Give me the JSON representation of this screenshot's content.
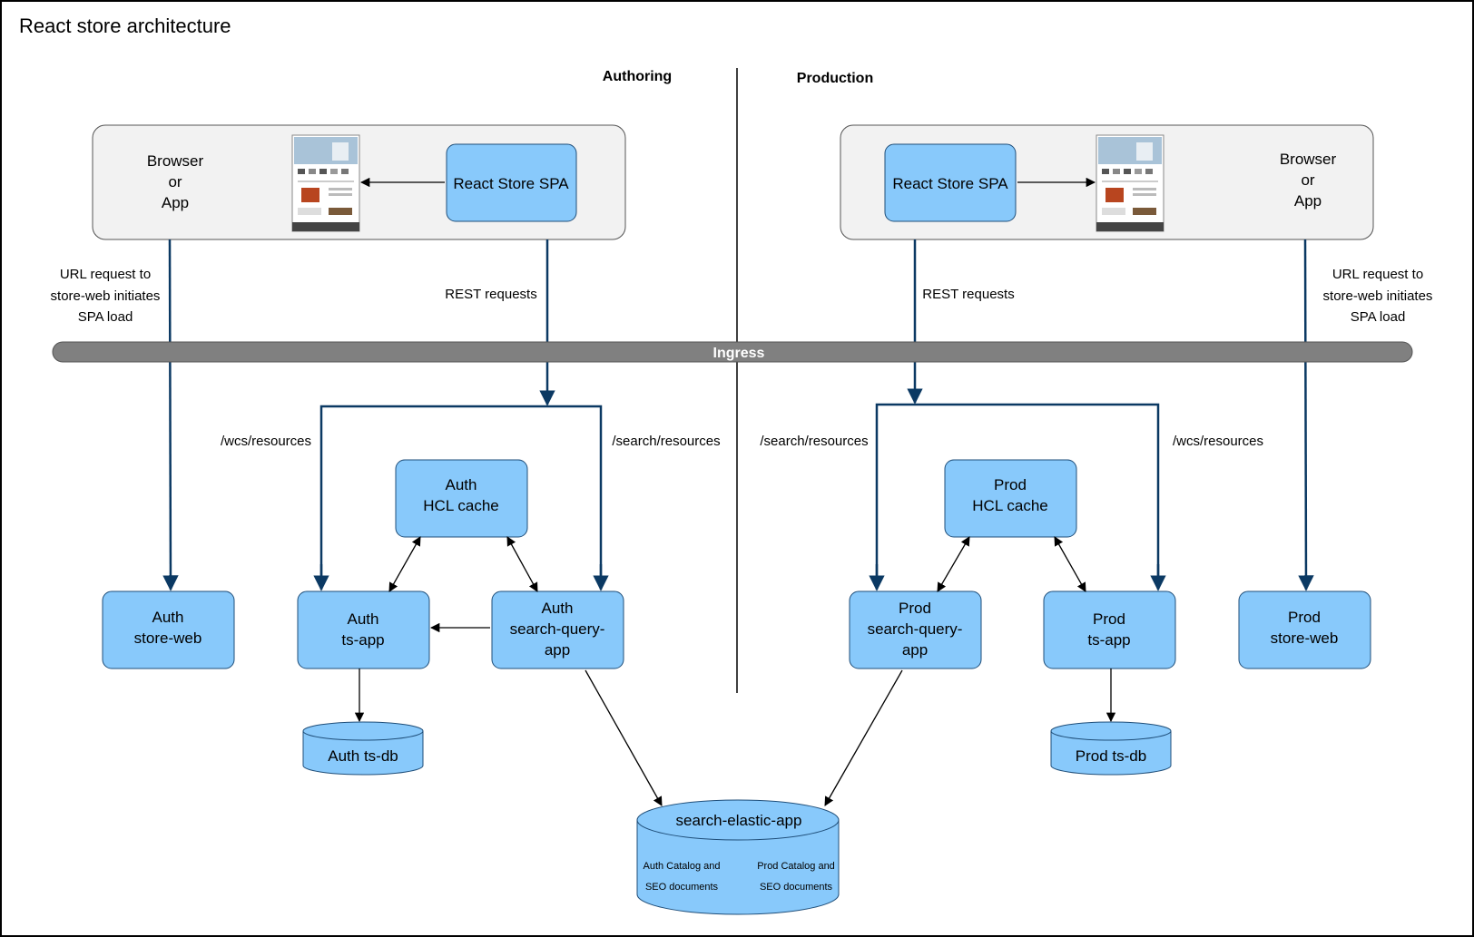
{
  "title": "React store architecture",
  "sections": {
    "authoring": "Authoring",
    "production": "Production"
  },
  "ingress": {
    "label": "Ingress"
  },
  "authoring": {
    "browser": {
      "line1": "Browser",
      "line2": "or",
      "line3": "App"
    },
    "spa": "React Store SPA",
    "url_request": {
      "line1": "URL request to",
      "line2": "store-web initiates",
      "line3": "SPA load"
    },
    "rest": "REST requests",
    "route_wcs": "/wcs/resources",
    "route_search": "/search/resources",
    "cache": {
      "line1": "Auth",
      "line2": "HCL cache"
    },
    "store_web": {
      "line1": "Auth",
      "line2": "store-web"
    },
    "ts_app": {
      "line1": "Auth",
      "line2": "ts-app"
    },
    "search_query": {
      "line1": "Auth",
      "line2": "search-query-",
      "line3": "app"
    },
    "ts_db": "Auth ts-db"
  },
  "production": {
    "browser": {
      "line1": "Browser",
      "line2": "or",
      "line3": "App"
    },
    "spa": "React Store SPA",
    "url_request": {
      "line1": "URL request to",
      "line2": "store-web initiates",
      "line3": "SPA load"
    },
    "rest": "REST requests",
    "route_wcs": "/wcs/resources",
    "route_search": "/search/resources",
    "cache": {
      "line1": "Prod",
      "line2": "HCL cache"
    },
    "store_web": {
      "line1": "Prod",
      "line2": "store-web"
    },
    "ts_app": {
      "line1": "Prod",
      "line2": "ts-app"
    },
    "search_query": {
      "line1": "Prod",
      "line2": "search-query-",
      "line3": "app"
    },
    "ts_db": "Prod ts-db"
  },
  "elastic": {
    "name": "search-elastic-app",
    "auth_docs": {
      "line1": "Auth Catalog and",
      "line2": "SEO documents"
    },
    "prod_docs": {
      "line1": "Prod Catalog and",
      "line2": "SEO documents"
    }
  },
  "colors": {
    "node_fill": "#88c9fb",
    "node_stroke": "#1f4e79",
    "route_line": "#0b3963",
    "ingress_fill": "#808080",
    "browser_fill": "#f2f2f2"
  },
  "icons": {
    "page_thumbnail": "store-page-thumbnail-icon"
  }
}
